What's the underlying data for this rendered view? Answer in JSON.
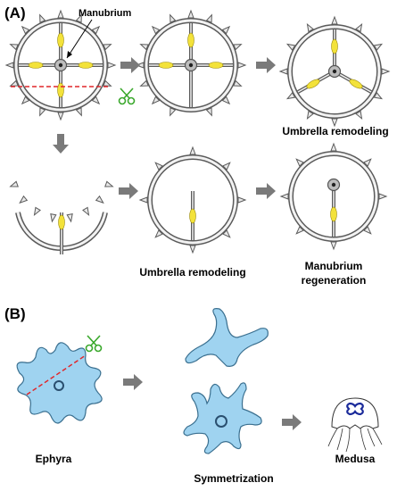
{
  "panel_a": {
    "letter": "(A)",
    "callout_label": "Manubrium",
    "caption_top_right": "Umbrella remodeling",
    "caption_bottom_middle": "Umbrella remodeling",
    "caption_bottom_right_line1": "Manubrium",
    "caption_bottom_right_line2": "regeneration"
  },
  "panel_b": {
    "letter": "(B)",
    "caption_left": "Ephyra",
    "caption_middle": "Symmetrization",
    "caption_right": "Medusa"
  },
  "colors": {
    "ring": "#5a5a5a",
    "ring_fill": "#f2f2f2",
    "gonad": "#f3e23a",
    "arrow": "#7a7a7a",
    "cut_line": "#e0262a",
    "scissors": "#3aa82c",
    "ephyra_fill": "#9fd3f0",
    "ephyra_stroke": "#3a6f8f",
    "medusa_mouth": "#1a2a9a"
  },
  "icons": [
    "scissors-icon",
    "process-arrow-icon",
    "manubrium-icon"
  ]
}
